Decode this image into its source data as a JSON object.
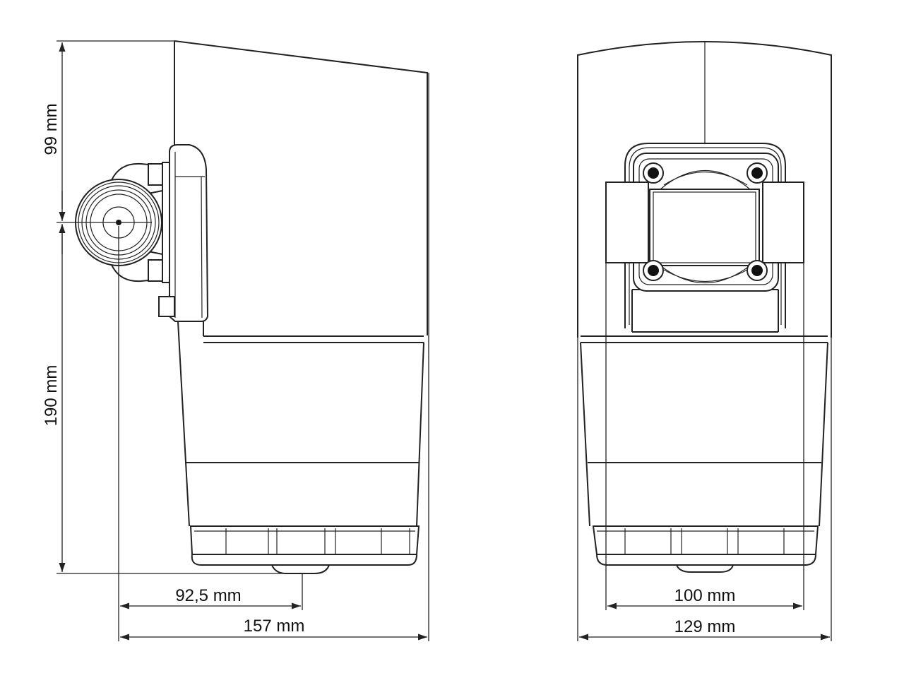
{
  "title": "Dimensional drawing – side and front view",
  "side_view": {
    "dimensions": {
      "upper_height": "99 mm",
      "lower_height": "190 mm",
      "pipe_offset": "92,5 mm",
      "depth": "157 mm"
    }
  },
  "front_view": {
    "dimensions": {
      "bracket_width": "100 mm",
      "width": "129 mm"
    }
  },
  "colors": {
    "line": "#222222",
    "background": "#ffffff"
  }
}
